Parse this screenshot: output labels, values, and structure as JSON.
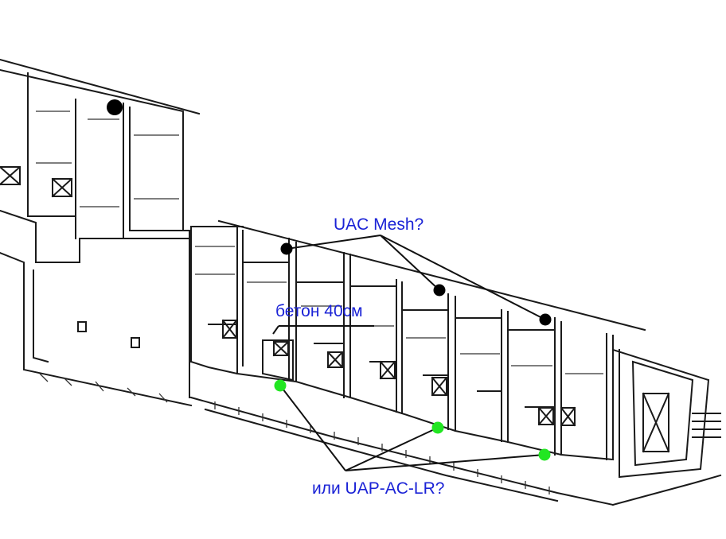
{
  "labels": {
    "mesh": "UAC Mesh?",
    "concrete": "бетон 40см",
    "lr": "или UAP-AC-LR?"
  },
  "colors": {
    "wall": "#111111",
    "label": "#1a22d6",
    "mesh_marker": "#000000",
    "lr_marker": "#22e622"
  },
  "markers": {
    "mesh_count": 4,
    "lr_count": 3
  }
}
